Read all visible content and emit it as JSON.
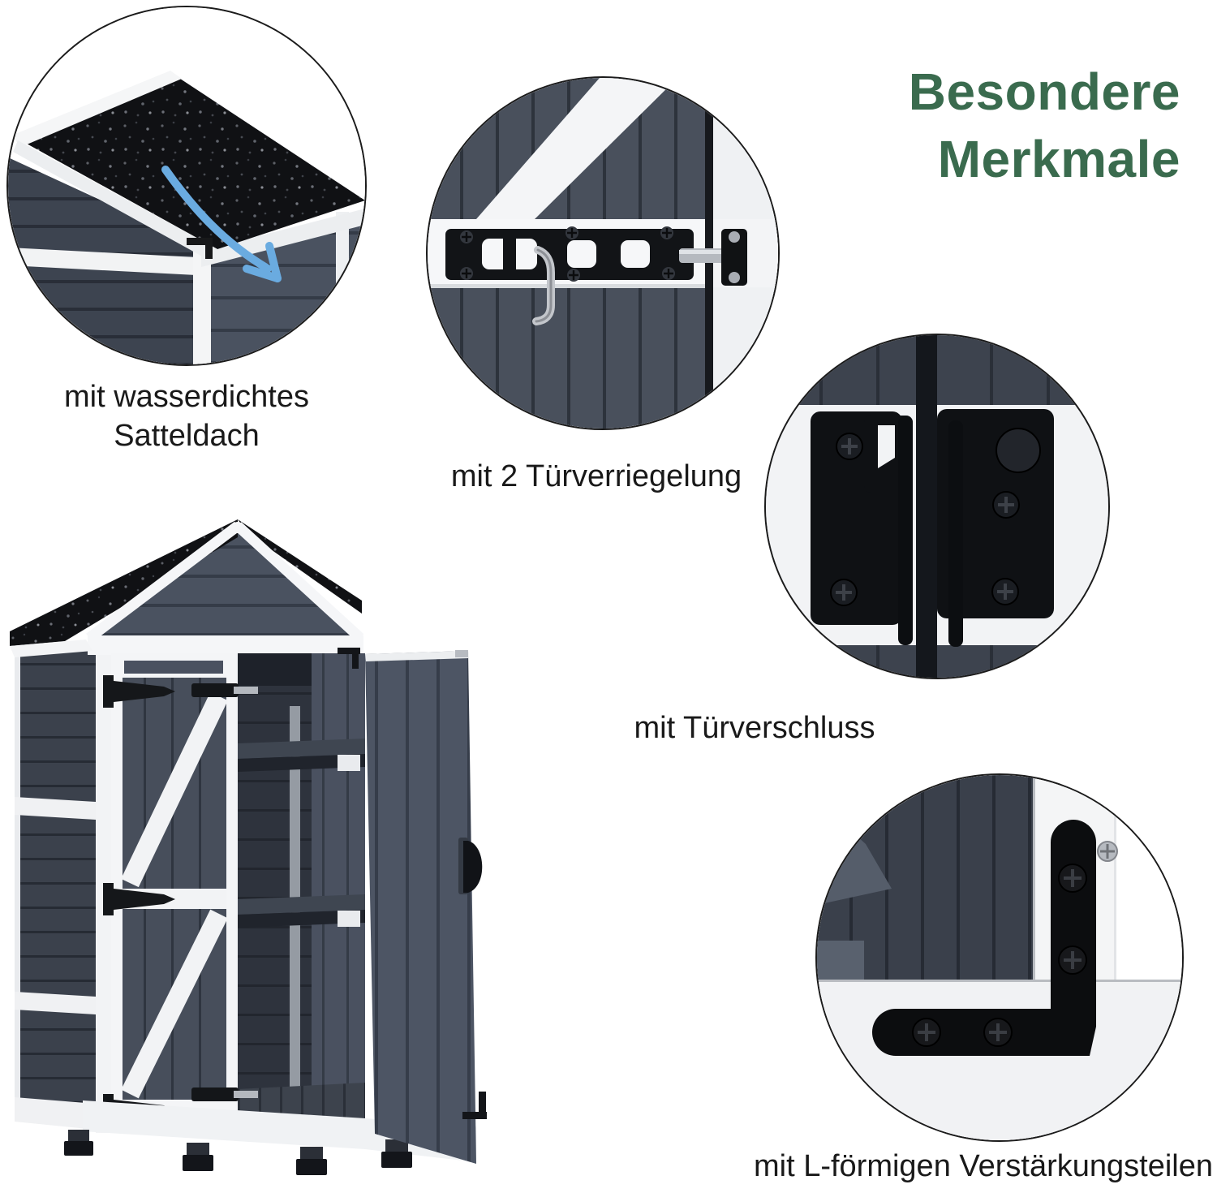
{
  "heading": {
    "line1": "Besondere",
    "line2": "Merkmale",
    "color": "#3a6b4e"
  },
  "features": [
    {
      "name": "waterproof-saddle-roof",
      "caption_line1": "mit wasserdichtes",
      "caption_line2": "Satteldach"
    },
    {
      "name": "two-door-bolts",
      "caption": "mit 2 Türverriegelung"
    },
    {
      "name": "door-latch",
      "caption": "mit Türverschluss"
    },
    {
      "name": "l-shaped-reinforcements",
      "caption": "mit L-förmigen Verstärkungsteilen"
    }
  ],
  "colors": {
    "accent_green": "#3a6b4e",
    "caption_text": "#191919",
    "arrow_blue": "#6aabe0",
    "wood_dark": "#3f4551",
    "wood_mid": "#4a5260",
    "trim_white": "#f4f5f7",
    "roof_black": "#101114",
    "hardware_black": "#121417",
    "background": "#ffffff"
  }
}
